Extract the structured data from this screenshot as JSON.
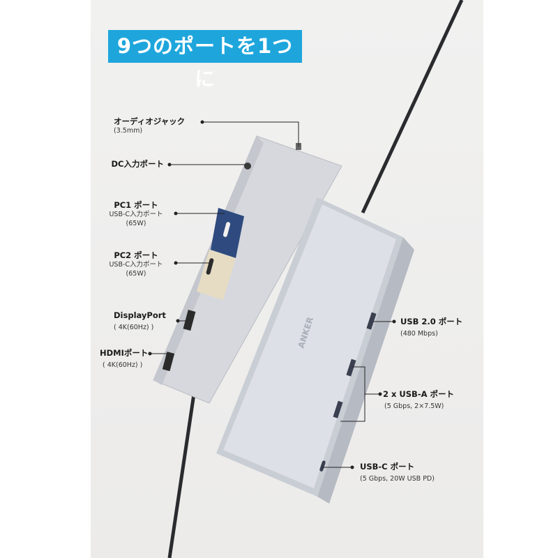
{
  "title": "9つのポートを1つに",
  "colors": {
    "title_bg": "#1ea6dc",
    "pc1_port": "#2e4a7e",
    "pc2_port": "#e6dcc4",
    "panel_bg": "#efeeed"
  },
  "device": {
    "brand_logo": "ANKER"
  },
  "left_labels": [
    {
      "name": "オーディオジャック",
      "detail": "(3.5mm)"
    },
    {
      "name": "DC入力ポート",
      "detail": ""
    },
    {
      "name": "PC1 ポート",
      "detail": "USB-C入力ポート",
      "detail2": "(65W)"
    },
    {
      "name": "PC2 ポート",
      "detail": "USB-C入力ポート",
      "detail2": "(65W)"
    },
    {
      "name": "DisplayPort",
      "detail": "( 4K(60Hz) )"
    },
    {
      "name": "HDMIポート",
      "detail": "( 4K(60Hz) )"
    }
  ],
  "right_labels": [
    {
      "name": "USB 2.0 ポート",
      "detail": "(480 Mbps)"
    },
    {
      "name": "2 x USB-A ポート",
      "detail": "(5 Gbps, 2×7.5W)"
    },
    {
      "name": "USB-C ポート",
      "detail": "(5 Gbps, 20W USB PD)"
    }
  ]
}
